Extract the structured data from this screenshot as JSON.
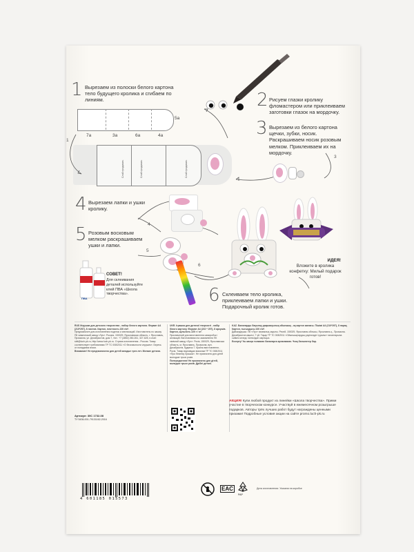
{
  "steps": {
    "s1": {
      "num": "1",
      "text": "Вырезаем из полоски белого картона тело будущего кролика и сгибаем по линиям."
    },
    "s2": {
      "num": "2",
      "text": "Рисуем глазки кролику фломастером или приклеиваем заготовки глазок на мордочку."
    },
    "s3": {
      "num": "3",
      "text": "Вырезаем из белого картона щечки, зубки, носик. Раскрашиваем носик розовым мелком. Приклеиваем их на мордочку."
    },
    "s4": {
      "num": "4",
      "text": "Вырезаем лапки и ушки кролику."
    },
    "s5": {
      "num": "5",
      "text": "Розовым восковым мелком раскрашиваем ушки и лапки."
    },
    "s6": {
      "num": "6",
      "text": "Склеиваем тело кролика, приклеиваем лапки и ушки. Подарочный кролик готов."
    }
  },
  "template_labels": [
    "5a",
    "7a",
    "3a",
    "6a",
    "4a"
  ],
  "fold_labels": [
    "Слой продавать",
    "Слой продавать",
    "Слой продавать"
  ],
  "arrow_numbers": {
    "a1": "1",
    "a3": "3",
    "a4": "4",
    "a5": "5",
    "a6": "6"
  },
  "idea": {
    "title": "ИДЕЯ!",
    "text": "Вложите в кролика конфетку: Милый подарок готов!"
  },
  "advice": {
    "title": "СОВЕТ!",
    "text": "Для склеивания деталей используйте клей ПВА «Школа творчества»."
  },
  "glue_bottle_label": "ПВА",
  "info": {
    "rus_head": "RUS Игрушка для детского творчества - набор белого картона. Формат А4 (210*297), 8 листов. Картон, плотность 220 г/м².",
    "rus_body": "Предназначен для изготовления поделок и аппликаций. Изготовитель по заказу ПК химический завод «Луч»: Россия, 150029, Ярославская область, г. Ярославль, Промзона, ул. Декабристов, дом 7, тел.: +7 (4852) 260-261, 327-625, e-mail: sbit@luch-pk.ru, http://www.luch-pk.ru. Страна изготовления - Россия. Товар соответствует требованиям ТР ТС 008/2011 «О безопасности игрушек». Беречь от попадания влаги.",
    "rus_warn": "Внимание! Не предназначено для детей младше трех лет. Мелкие детали.",
    "article": "Артикул: 30С 1732-08",
    "tu": "ТУ 5436-001-79131162-2016",
    "ukr_head": "UKR. Іграшка для дитячої творчості - набір білого картону. Формат А4 (210 * 297), 8 аркушів. Картон, щільність 220 г / м².",
    "ukr_body": "Призначений для виготовлення саморобок і аплікацій. Виготовлювач на замовлення ПК хімічний завод «Луч». Росія, 150029, Ярославська область, м. Ярославль, Промзона, вул. Декабристів, будинок 7. Країна виготовлення - Росія. Товар відповідає вимогам ТР ТС 008/2011 «Про безпеку іграшок». Не призначено для дітей молодше трьох років.",
    "ukr_warn": "Попередження! Не призначено для дітей, молодше трьох років. Дрібні деталі.",
    "kaz_head": "KAZ. Балаларды бақылау дақшаиқылық ойыншық - ақ картон жинағы. Пішімі А4 (210*297), 8 парақ. Картон, тығыздығы 220 г/м².",
    "kaz_body": "Дайындаушы: ПК «Луч» химиялық зауыты. Ресей, 150029, Ярославль облысы, Ярославль қ., Промзона. Декабристов көшесі, 7 үй. Тауар ТР ТС 008/2011 «Ойыншықтардың қауіпсіздігі туралы» талаптарына сәйкес келеді. Ылғалдан сақтаңыз.",
    "kaz_warn": "Ескерту! Үш жасқа толмаған балаларға арналмаған. Ұсақ бөлшектер бар.",
    "promo_head": "АКЦИЯ!",
    "promo_text": "Купи любой продукт из линейки «Школа творчества». Прими участие в творческом конкурсе. Участвуй в ежемесячном розыгрыше подарков. Авторы трёх лучших работ будут награждены ценными призами! Подробные условия акции на сайте promo.luch-pk.ru",
    "barcode_digits": "4 601185 015573",
    "pap_code": "PAP",
    "eac": "EAC",
    "date": "Дата изготовления: Указана на коробке"
  },
  "colors": {
    "pink": "#e7a5c3",
    "accent_red": "#d3242b",
    "gray_text": "#555555"
  }
}
